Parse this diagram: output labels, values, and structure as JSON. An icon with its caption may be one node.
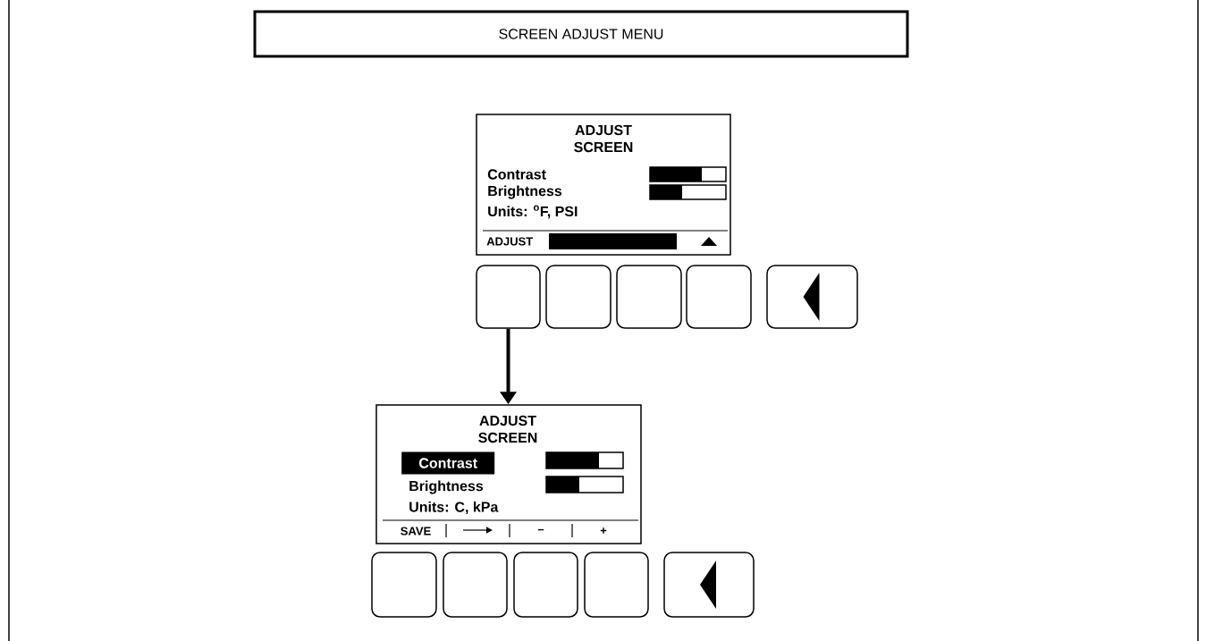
{
  "diagram": {
    "nodes": [
      {
        "text": [
          "SCREEN ADJUST MENU"
        ]
      },
      {
        "text": [
          "ADJUST SCREEN",
          "Contrast",
          "Brightness",
          "Units: $^{o}$F, PSI",
          "ADJUST"
        ]
      },
      {
        "text": [],
        "shape": "box"
      },
      {
        "text": [],
        "shape": "box"
      },
      {
        "text": [],
        "shape": "box"
      },
      {
        "text": [],
        "shape": "box"
      },
      {
        "text": [],
        "shape": "box"
      },
      {
        "text": [
          "ADJUST SCREEN",
          "Contrast",
          "Brightness",
          "Units: C, kPa",
          "SAVE",
          "–",
          "+"
        ]
      },
      {
        "text": [],
        "shape": "box"
      },
      {
        "text": [],
        "shape": "box"
      },
      {
        "text": [],
        "shape": "box"
      },
      {
        "text": [],
        "shape": "box"
      },
      {
        "text": [],
        "shape": "box"
      }
    ],
    "edges": [
      {
        "from": 2,
        "to": 7,
        "arrow": "to"
      }
    ]
  }
}
